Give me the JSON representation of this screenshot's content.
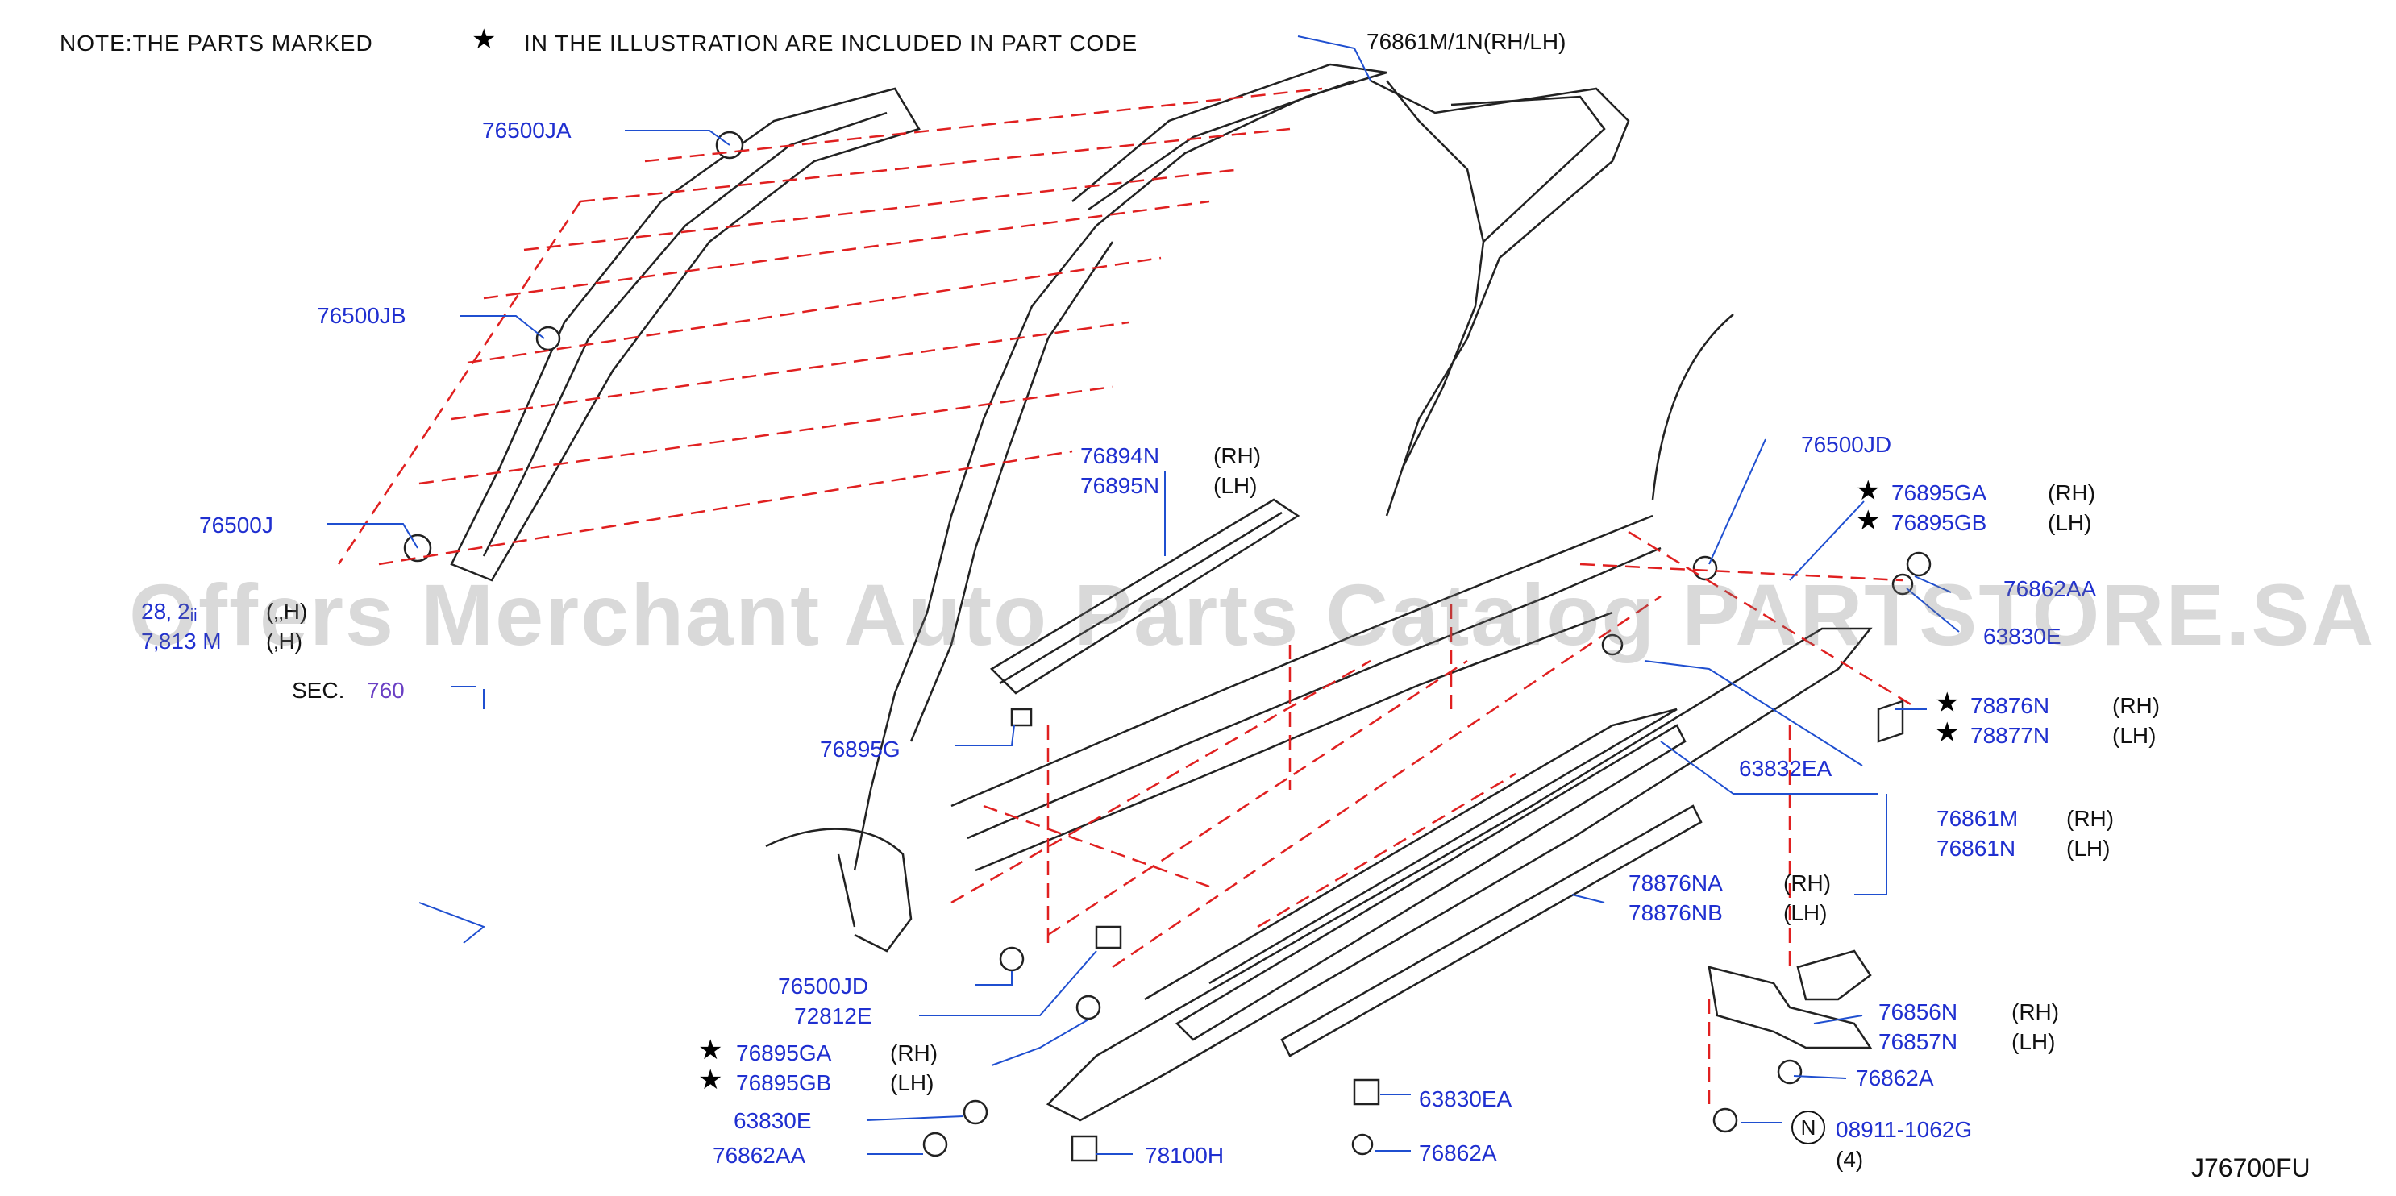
{
  "note": {
    "part1": "NOTE:THE   PARTS   MARKED",
    "part2": "IN   THE   ILLUSTRATION   ARE   INCLUDED   IN   PART   CODE"
  },
  "diagram_code": "J76700FU",
  "watermark": "Offers Merchant Auto Parts Catalog PARTSTORE.SA",
  "labels": {
    "top_part": "76861M/1N(RH/LH)",
    "l76500JA": "76500JA",
    "l76500JB": "76500JB",
    "l76500J": "76500J",
    "l2812": "28‚ 2ᵢᵢ",
    "l2812_side": "(‚‚H)",
    "l2813": "7‚813 M",
    "l2813_side": "(‚H)",
    "sec_label": "SEC.",
    "sec_num": "760",
    "l76894N": "76894N",
    "l76894N_side": "(RH)",
    "l76895N": "76895N",
    "l76895N_side": "(LH)",
    "l76895G": "76895G",
    "l76500JD_top": "76500JD",
    "l76895GA_r": "76895GA",
    "l76895GA_r_side": "(RH)",
    "l76895GB_r": "76895GB",
    "l76895GB_r_side": "(LH)",
    "l76862AA_r": "76862AA",
    "l63830E_r": "63830E",
    "l78876N": "78876N",
    "l78876N_side": "(RH)",
    "l78877N": "78877N",
    "l78877N_side": "(LH)",
    "l63832EA": "63832EA",
    "l76861M": "76861M",
    "l76861M_side": "(RH)",
    "l76861N": "76861N",
    "l76861N_side": "(LH)",
    "l78876NA": "78876NA",
    "l78876NA_side": "(RH)",
    "l78876NB": "78876NB",
    "l78876NB_side": "(LH)",
    "l76856N": "76856N",
    "l76856N_side": "(RH)",
    "l76857N": "76857N",
    "l76857N_side": "(LH)",
    "l76862A": "76862A",
    "l08911": "08911-1062G",
    "l08911_qty": "(4)",
    "l08911_circle": "N",
    "l76500JD_bot": "76500JD",
    "l72812E": "72812E",
    "l76895GA_l": "76895GA",
    "l76895GA_l_side": "(RH)",
    "l76895GB_l": "76895GB",
    "l76895GB_l_side": "(LH)",
    "l63830E_l": "63830E",
    "l76862AA_l": "76862AA",
    "l78100H": "78100H",
    "l63830EA": "63830EA",
    "l76862A_b": "76862A"
  },
  "star_symbol": "★",
  "colors": {
    "label_blue": "#1f2fd0",
    "leader_blue": "#1f4fd0",
    "dash_red": "#e02020",
    "line_black": "#222222"
  }
}
